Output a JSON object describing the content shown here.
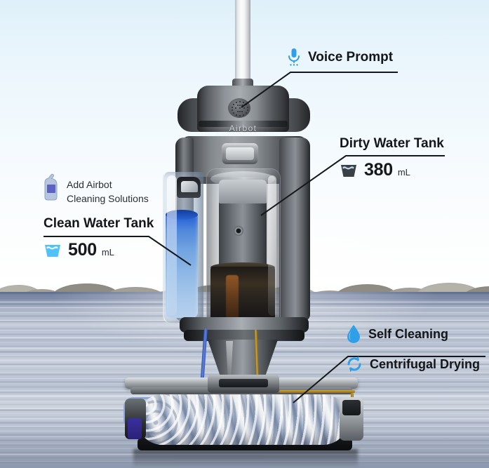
{
  "product": {
    "brand": "Airbot",
    "type": "cordless wet dry vacuum cleaner",
    "scene": "product photographed over rippling water with distant rocky shoreline"
  },
  "callouts": [
    {
      "id": "voice-prompt",
      "title": "Voice Prompt",
      "icon": "microphone-icon",
      "icon_color": "#2e9fe8",
      "points_to": "speaker-grille"
    },
    {
      "id": "dirty-water-tank",
      "title": "Dirty Water Tank",
      "value": "380",
      "unit": "mL",
      "icon": "dirty-water-cup-icon",
      "icon_color": "#3b4046",
      "points_to": "dirty-water-tank"
    },
    {
      "id": "clean-water-tank",
      "title": "Clean Water Tank",
      "value": "500",
      "unit": "mL",
      "icon": "clean-water-cup-icon",
      "icon_color": "#4fc3f7",
      "points_to": "clean-water-tank",
      "note_icon": "detergent-bottle-icon",
      "note_line1": "Add Airbot",
      "note_line2": "Cleaning Solutions"
    },
    {
      "id": "self-cleaning",
      "title": "Self Cleaning",
      "icon": "water-droplet-icon",
      "icon_color": "#2e9fe8",
      "points_to": "roller-brush"
    },
    {
      "id": "centrifugal-drying",
      "title": "Centrifugal Drying",
      "icon": "recycle-cycle-icon",
      "icon_color": "#2e9fe8",
      "points_to": "roller-brush"
    }
  ],
  "colors": {
    "accent": "#2e9fe8",
    "text": "#14171a",
    "leader": "#15181b",
    "sky_top": "#dff0fa",
    "sea": "#b7c0d1"
  }
}
